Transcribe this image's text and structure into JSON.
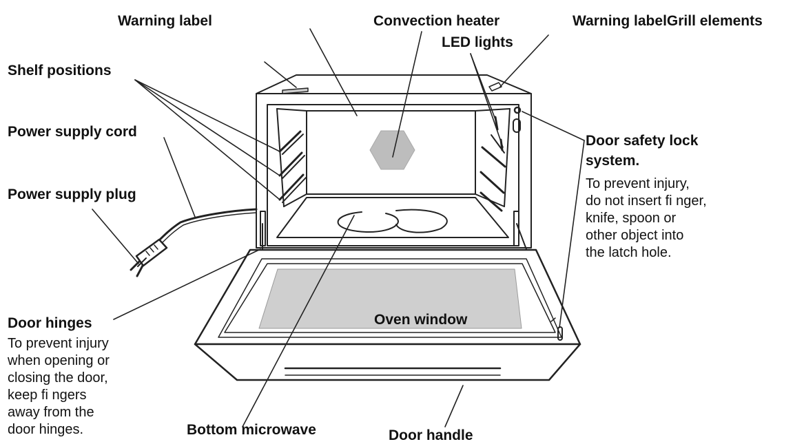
{
  "labels": {
    "warning_label_top": "Warning label",
    "convection_heater": "Convection heater",
    "warning_label_grill": "Warning labelGrill elements",
    "led_lights": "LED lights",
    "shelf_positions": "Shelf positions",
    "power_supply_cord": "Power supply cord",
    "power_supply_plug": "Power supply plug",
    "door_safety_lock_line1": "Door safety lock",
    "door_safety_lock_line2": "system.",
    "door_hinges": "Door hinges",
    "oven_window": "Oven window",
    "bottom_microwave": "Bottom microwave",
    "door_handle": "Door handle"
  },
  "notes": {
    "door_safety_lock": [
      "To prevent injury,",
      "do not insert fi nger,",
      "knife, spoon or",
      "other object into",
      "the latch hole."
    ],
    "door_hinges": [
      "To prevent injury",
      "when opening or",
      "closing the door,",
      "keep fi ngers",
      "away from the",
      "door hinges."
    ]
  },
  "colors": {
    "line": "#222222",
    "fill_gray": "#bdbdbd",
    "window_gray": "#cfcfcf",
    "text": "#111111"
  }
}
